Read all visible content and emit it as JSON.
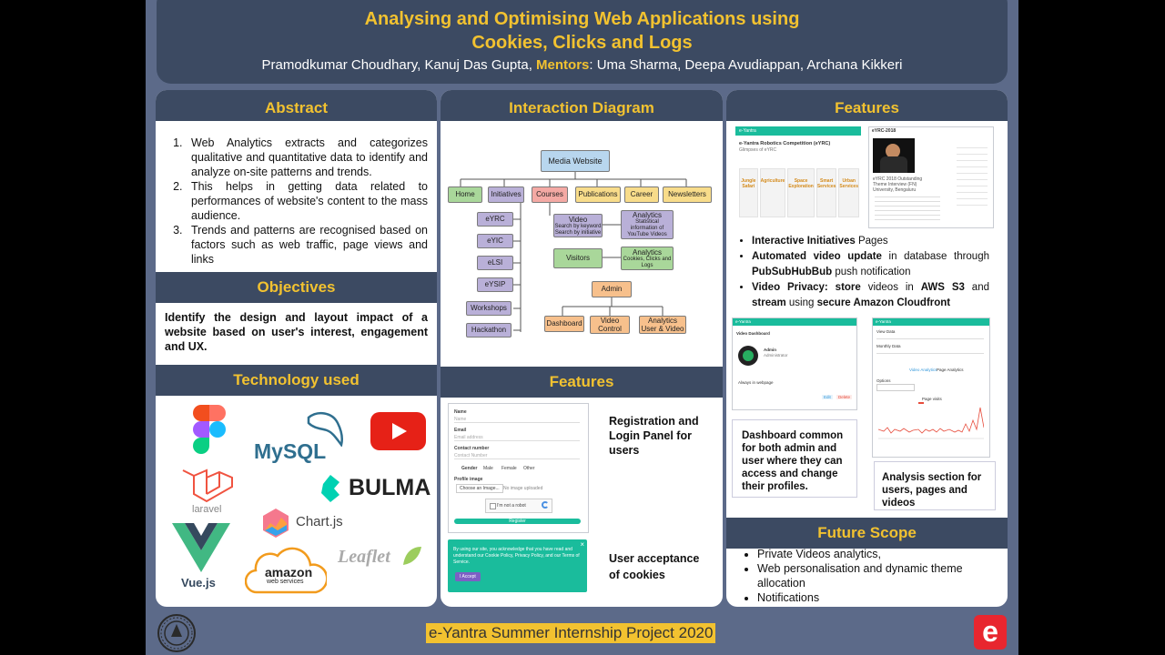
{
  "title": {
    "line1": "Analysing and Optimising Web Applications using",
    "line2": "Cookies, Clicks and Logs"
  },
  "authors": {
    "names": "Pramodkumar Choudhary, Kanuj Das Gupta,",
    "mentors_label": "Mentors",
    "mentors": ": Uma Sharma, Deepa Avudiappan, Archana Kikkeri"
  },
  "abstract": {
    "heading": "Abstract",
    "items": [
      "Web Analytics extracts and categorizes qualitative and quantitative data to identify and analyze on-site patterns and trends.",
      "This helps in getting data related to performances of website's content to the mass audience.",
      "Trends and patterns are recognised based on factors such as web traffic, page views and links"
    ]
  },
  "objectives": {
    "heading": "Objectives",
    "text": "Identify the design and layout impact of a website based on user's interest, engagement and UX."
  },
  "technology": {
    "heading": "Technology used",
    "logos": {
      "mysql": "MySQL",
      "bulma": "BULMA",
      "laravel": "laravel",
      "chartjs": "Chart.js",
      "vue": "Vue.js",
      "amazon": "amazon",
      "amazon_sub": "web services",
      "leaflet": "Leaflet"
    }
  },
  "diagram": {
    "heading": "Interaction Diagram",
    "root": "Media Website",
    "top_nodes": [
      "Home",
      "Initiatives",
      "Courses",
      "Publications",
      "Career",
      "Newsletters"
    ],
    "initiatives": [
      "eYRC",
      "eYIC",
      "eLSI",
      "eYSIP",
      "Workshops",
      "Hackathon"
    ],
    "video": {
      "title": "Video",
      "sub": "Search by keyword Search by initiative"
    },
    "analytics1": {
      "title": "Analytics",
      "sub": "Statistical information of YouTube Videos"
    },
    "visitors": "Visitors",
    "analytics2": {
      "title": "Analytics",
      "sub": "Cookies, Clicks and Logs"
    },
    "admin": "Admin",
    "admin_children": [
      {
        "title": "Dashboard",
        "sub": ""
      },
      {
        "title": "Video",
        "sub": "Control"
      },
      {
        "title": "Analytics",
        "sub": "User & Video"
      }
    ]
  },
  "features_middle": {
    "heading": "Features",
    "reg_note": "Registration and Login Panel for users",
    "cookie_note": "User acceptance of cookies",
    "form": {
      "name_label": "Name",
      "name_ph": "Name",
      "email_label": "Email",
      "email_ph": "Email address",
      "contact_label": "Contact number",
      "contact_ph": "Contact Number",
      "gender_label": "Gender",
      "gender_options": [
        "Male",
        "Female",
        "Other"
      ],
      "profile_label": "Profile image",
      "choose_file": "Choose an Image...",
      "no_image": "No image uploaded",
      "captcha": "I'm not a robot",
      "register": "Register"
    },
    "cookie": {
      "text": "By using our site, you acknowledge that you have read and understand our Cookie Policy, Privacy Policy, and our Terms of Service.",
      "button": "I Accept",
      "close": "×"
    }
  },
  "features_right": {
    "heading": "Features",
    "screenshot1": {
      "header": "e-Yantra",
      "title": "e-Yantra Robotics Competition (eYRC)",
      "sub": "Glimpses of eYRC",
      "cards": [
        "Jungle Safari",
        "Agriculture",
        "Space Exploration",
        "Smart Services",
        "Urban Services"
      ]
    },
    "screenshot2": {
      "header": "eYRC-2018",
      "caption": "eYRC 2018 Outstanding Theme Interview (FN) University, Bengaluru"
    },
    "bullets": [
      {
        "bold1": "Interactive Initiatives",
        "rest1": " Pages",
        "bold2": "",
        "rest2": "",
        "bold3": "",
        "rest3": "",
        "bold4": "",
        "rest4": ""
      },
      {
        "bold1": "Automated video update",
        "rest1": " in database through ",
        "bold2": "PubSubHubBub",
        "rest2": " push notification",
        "bold3": "",
        "rest3": "",
        "bold4": "",
        "rest4": ""
      },
      {
        "bold1": "Video Privacy: store",
        "rest1": " videos in ",
        "bold2": "AWS S3",
        "rest2": " and ",
        "bold3": "stream",
        "rest3": " using ",
        "bold4": "secure Amazon Cloudfront",
        "rest4": ""
      }
    ],
    "dashboard": {
      "header": "e-Yantra",
      "section": "Video Dashboard",
      "name": "Admin",
      "role": "Administrator",
      "line": "Always in webpage",
      "edit": "Edit",
      "delete": "Delete"
    },
    "analysis": {
      "header": "e-Yantra",
      "filter1": "View Data",
      "filter2": "Monthly Data",
      "tab1": "Video Analytics",
      "tab2": "Page Analytics",
      "option": "Options",
      "chart_title": "Page visits"
    },
    "dashboard_note": "Dashboard common for both admin and user where they can access and change their profiles.",
    "analysis_note": "Analysis section for users, pages and videos"
  },
  "future": {
    "heading": "Future Scope",
    "items": [
      "Private Videos analytics,",
      "Web personalisation and dynamic theme allocation",
      "Notifications"
    ]
  },
  "footer": {
    "text": "e-Yantra Summer Internship Project 2020",
    "logo_letter": "e"
  },
  "colors": {
    "poster_bg": "#5c6a89",
    "header_bg": "#3c4a62",
    "accent": "#f2c230",
    "teal": "#1abc9c",
    "youtube_red": "#e62117",
    "brand_red": "#e8262f"
  }
}
